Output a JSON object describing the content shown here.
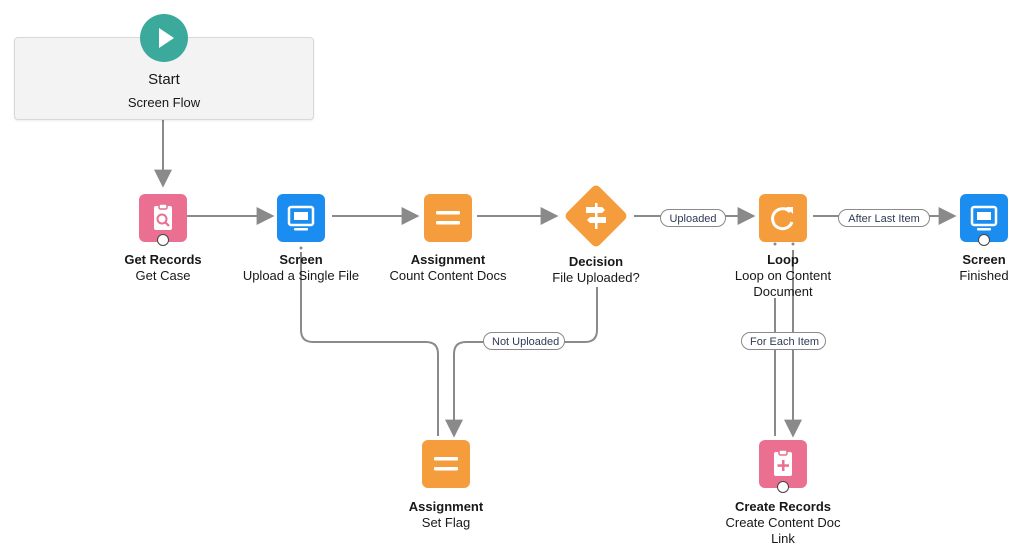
{
  "start": {
    "title": "Start",
    "subtitle": "Screen Flow"
  },
  "nodes": {
    "get_records": {
      "title": "Get Records",
      "subtitle": "Get Case",
      "icon": "get-records-icon",
      "color": "#ea6f90"
    },
    "screen_upload": {
      "title": "Screen",
      "subtitle": "Upload a Single File",
      "icon": "screen-icon",
      "color": "#1b8cf0"
    },
    "assign_count": {
      "title": "Assignment",
      "subtitle": "Count Content Docs",
      "icon": "assignment-icon",
      "color": "#f59d3c"
    },
    "decision": {
      "title": "Decision",
      "subtitle": "File Uploaded?",
      "icon": "decision-icon",
      "color": "#f59d3c"
    },
    "loop": {
      "title": "Loop",
      "subtitle": "Loop on Content",
      "subtitle2": "Document",
      "icon": "loop-icon",
      "color": "#f59d3c"
    },
    "screen_finished": {
      "title": "Screen",
      "subtitle": "Finished",
      "icon": "screen-icon",
      "color": "#1b8cf0"
    },
    "assign_flag": {
      "title": "Assignment",
      "subtitle": "Set Flag",
      "icon": "assignment-icon",
      "color": "#f59d3c"
    },
    "create_records": {
      "title": "Create Records",
      "subtitle": "Create Content Doc",
      "subtitle2": "Link",
      "icon": "create-records-icon",
      "color": "#ea6f90"
    }
  },
  "connectors": {
    "uploaded": "Uploaded",
    "after_last_item": "After Last Item",
    "not_uploaded": "Not Uploaded",
    "for_each_item": "For Each Item"
  }
}
